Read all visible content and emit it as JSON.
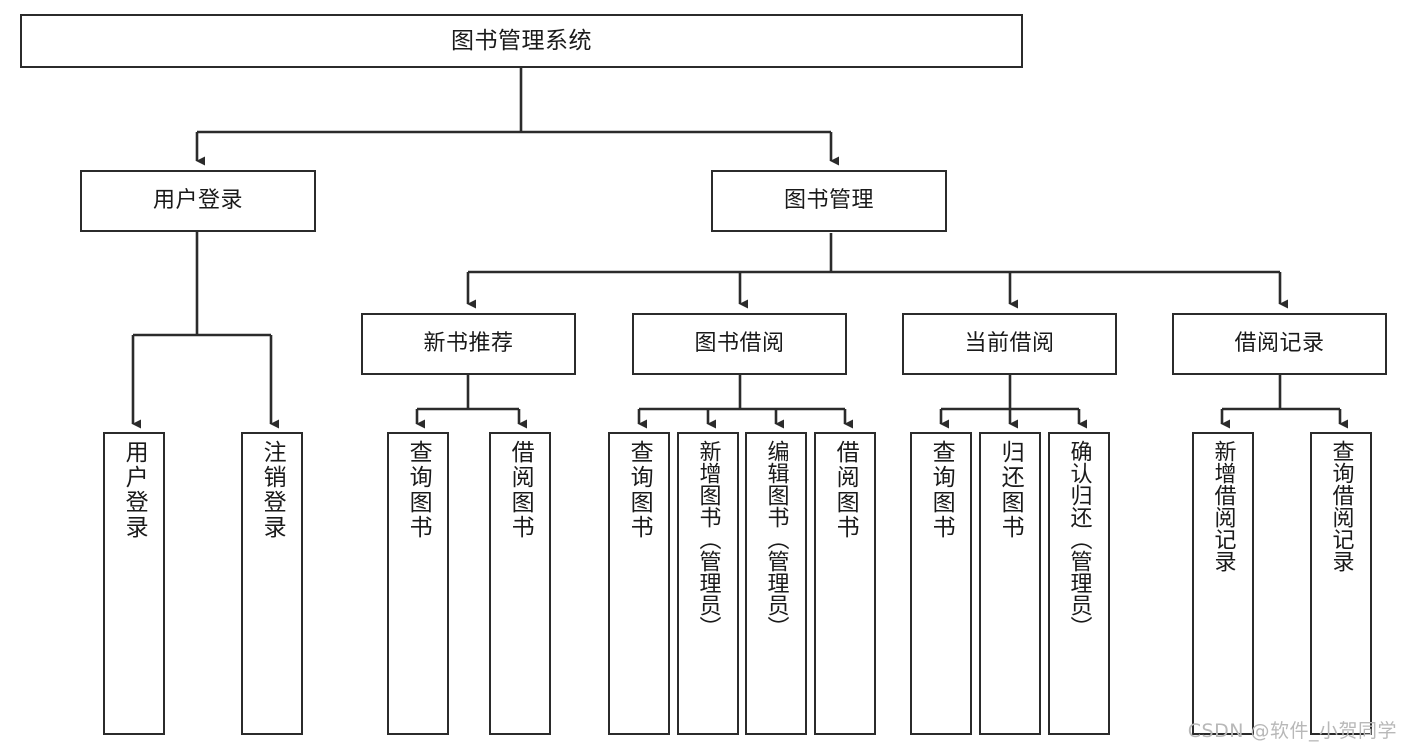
{
  "diagram": {
    "type": "tree-hierarchy",
    "title": "图书管理系统",
    "watermark": "CSDN @软件_小贺同学",
    "colors": {
      "box_border": "#2b2b2b",
      "box_fill": "#ffffff",
      "connector": "#333333",
      "text": "#1a1a1a",
      "watermark": "#b8b8b8",
      "background": "#ffffff"
    },
    "root": {
      "label": "图书管理系统"
    },
    "level2": [
      {
        "label": "用户登录"
      },
      {
        "label": "图书管理"
      }
    ],
    "level3": [
      {
        "label": "新书推荐"
      },
      {
        "label": "图书借阅"
      },
      {
        "label": "当前借阅"
      },
      {
        "label": "借阅记录"
      }
    ],
    "leaves": {
      "user_login": [
        {
          "label": "用户登录"
        },
        {
          "label": "注销登录"
        }
      ],
      "new_book_recommend": [
        {
          "label": "查询图书"
        },
        {
          "label": "借阅图书"
        }
      ],
      "book_borrow": [
        {
          "label": "查询图书"
        },
        {
          "label": "新增图书（管理员）"
        },
        {
          "label": "编辑图书（管理员）"
        },
        {
          "label": "借阅图书"
        }
      ],
      "current_borrow": [
        {
          "label": "查询图书"
        },
        {
          "label": "归还图书"
        },
        {
          "label": "确认归还（管理员）"
        }
      ],
      "borrow_record": [
        {
          "label": "新增借阅记录"
        },
        {
          "label": "查询借阅记录"
        }
      ]
    }
  }
}
